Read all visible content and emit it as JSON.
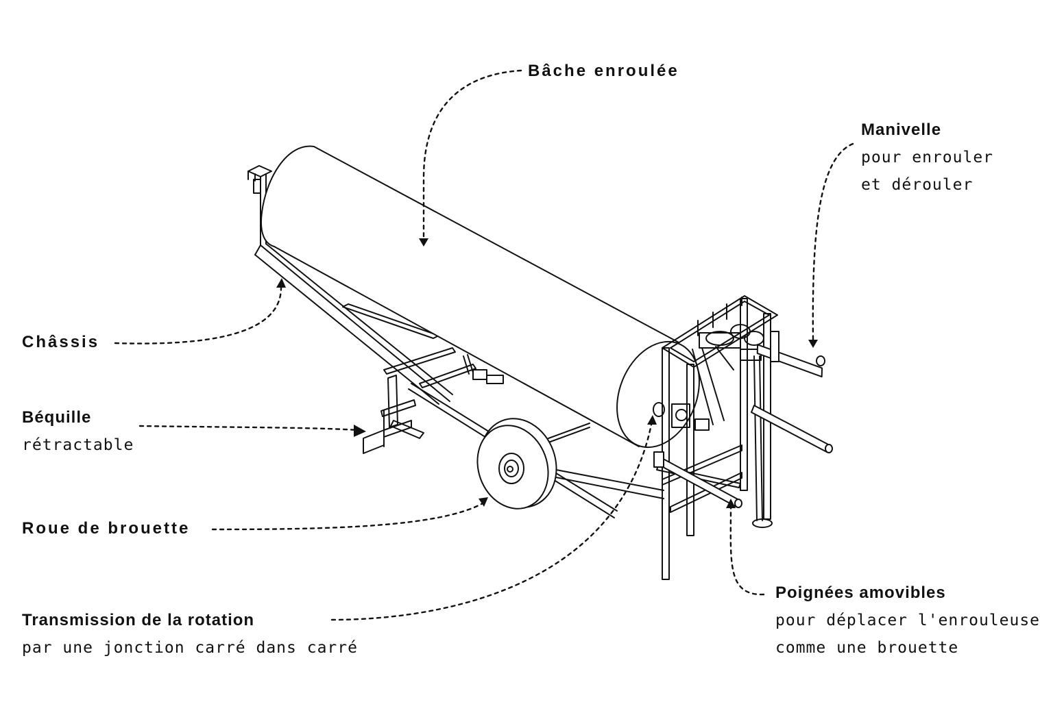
{
  "labels": {
    "bache": {
      "title": "Bâche enroulée"
    },
    "manivelle": {
      "title": "Manivelle",
      "line1": "pour enrouler",
      "line2": "et dérouler"
    },
    "chassis": {
      "title": "Châssis"
    },
    "bequille": {
      "title": "Béquille",
      "line1": "rétractable"
    },
    "roue": {
      "title": "Roue de brouette"
    },
    "transmission": {
      "title": "Transmission de la rotation",
      "line1": "par une jonction carré dans carré"
    },
    "poignees": {
      "title": "Poignées amovibles",
      "line1": "pour déplacer l'enrouleuse",
      "line2": "comme une brouette"
    }
  },
  "colors": {
    "ink": "#111111",
    "background": "#ffffff"
  }
}
